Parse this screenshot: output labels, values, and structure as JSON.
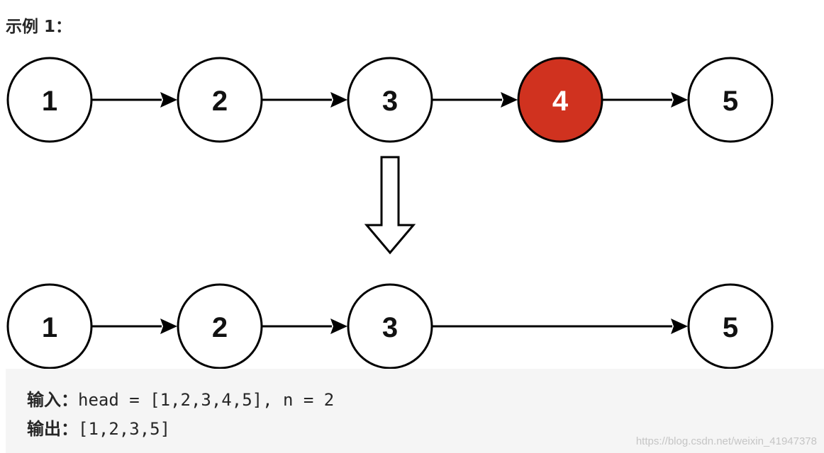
{
  "heading": "示例 1：",
  "diagram": {
    "before": {
      "nodes": [
        {
          "label": "1",
          "removed": false
        },
        {
          "label": "2",
          "removed": false
        },
        {
          "label": "3",
          "removed": false
        },
        {
          "label": "4",
          "removed": true
        },
        {
          "label": "5",
          "removed": false
        }
      ],
      "edges": [
        [
          0,
          1
        ],
        [
          1,
          2
        ],
        [
          2,
          3
        ],
        [
          3,
          4
        ]
      ]
    },
    "after": {
      "nodes": [
        {
          "label": "1",
          "slot": 0
        },
        {
          "label": "2",
          "slot": 1
        },
        {
          "label": "3",
          "slot": 2
        },
        {
          "label": "5",
          "slot": 4
        }
      ],
      "edges": [
        [
          0,
          1
        ],
        [
          1,
          2
        ],
        [
          2,
          3
        ]
      ]
    },
    "colors": {
      "removed_fill": "#d0321f",
      "node_fill": "#ffffff",
      "stroke": "#000000"
    }
  },
  "example": {
    "input_label": "输入：",
    "input_value": "head = [1,2,3,4,5], n = 2",
    "output_label": "输出：",
    "output_value": "[1,2,3,5]"
  },
  "watermark": "https://blog.csdn.net/weixin_41947378"
}
